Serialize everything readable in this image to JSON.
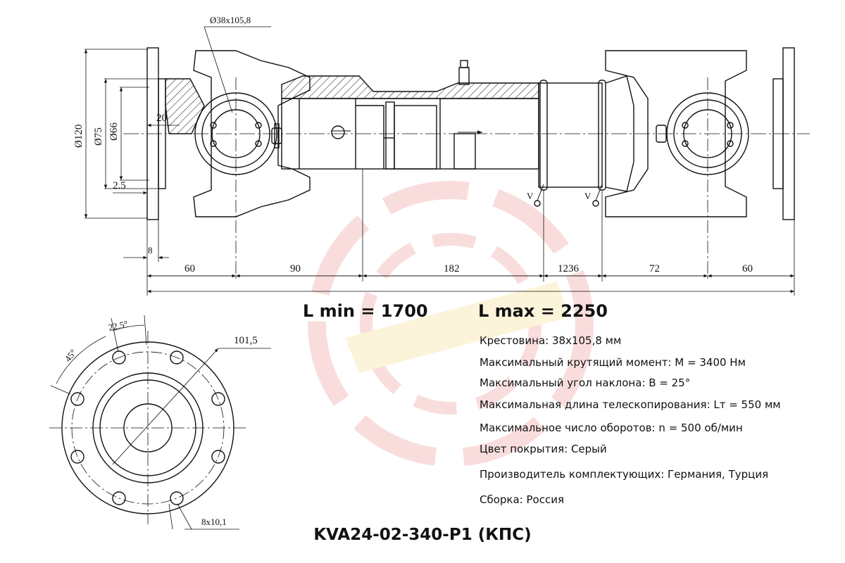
{
  "drawing": {
    "cross_dim": "Ø38x105,8",
    "dia_120": "Ø120",
    "dia_75": "Ø75",
    "dia_66": "Ø66",
    "dim_20": "20",
    "dim_2_5": "2.5",
    "dim_8": "8",
    "dims_bottom": [
      "60",
      "90",
      "182",
      "1236",
      "72",
      "60"
    ],
    "flange_r": "101,5",
    "angle_22": "22.5°",
    "angle_45": "45°",
    "holes": "8x10,1",
    "weld_symbol": "V"
  },
  "lengths": {
    "lmin": "L min = 1700",
    "lmax": "L max = 2250"
  },
  "specs": [
    "Крестовина: 38х105,8 мм",
    "Максимальный крутящий момент: М = 3400 Нм",
    "Максимальный угол наклона: В = 25°",
    "Максимальная длина телескопирования: Lт = 550 мм",
    "Максимальное число оборотов: n = 500 об/мин",
    "Цвет покрытия: Серый",
    "Производитель комплектующих: Германия, Турция",
    "Сборка: Россия"
  ],
  "model": "KVA24-02-340-P1 (КПС)",
  "colors": {
    "line": "#111111",
    "watermark_red": "#e03030",
    "watermark_yellow": "#f0c020"
  }
}
